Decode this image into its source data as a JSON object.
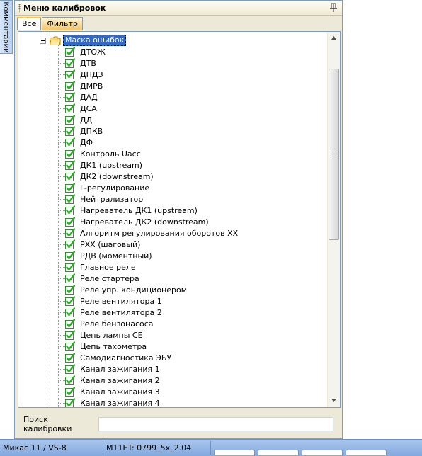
{
  "side_tab": {
    "label": "Комментарии"
  },
  "panel": {
    "title": "Меню калибровок",
    "tabs": [
      {
        "label": "Все",
        "active": true
      },
      {
        "label": "Фильтр",
        "active": false
      }
    ]
  },
  "tree": {
    "root": {
      "label": "Маска ошибок",
      "expanded": true,
      "selected": true
    },
    "items": [
      "ДТОЖ",
      "ДТВ",
      "ДПДЗ",
      "ДМРВ",
      "ДАД",
      "ДСА",
      "ДД",
      "ДПКВ",
      "ДФ",
      "Контроль Uacc",
      "ДК1 (upstream)",
      "ДК2 (downstream)",
      "L-регулирование",
      "Нейтрализатор",
      "Нагреватель ДК1 (upstream)",
      "Нагреватель ДК2 (downstream)",
      "Алгоритм регулирования оборотов ХХ",
      "РХХ (шаговый)",
      "РДВ (моментный)",
      "Главное реле",
      "Реле стартера",
      "Реле упр. кондиционером",
      "Реле вентилятора 1",
      "Реле вентилятора 2",
      "Реле бензонасоса",
      "Цепь лампы CE",
      "Цепь тахометра",
      "Самодиагностика ЭБУ",
      "Канал зажигания 1",
      "Канал зажигания 2",
      "Канал зажигания 3",
      "Канал зажигания 4"
    ]
  },
  "search": {
    "label": "Поиск калибровки",
    "value": "",
    "placeholder": ""
  },
  "status_bar": {
    "cell1": "Микас 11 / VS-8",
    "cell2": "M11ET: 0799_5x_2.04"
  },
  "colors": {
    "selection": "#316ac5",
    "check": "#2fa82f",
    "statusbar": "#a9c6ee"
  }
}
